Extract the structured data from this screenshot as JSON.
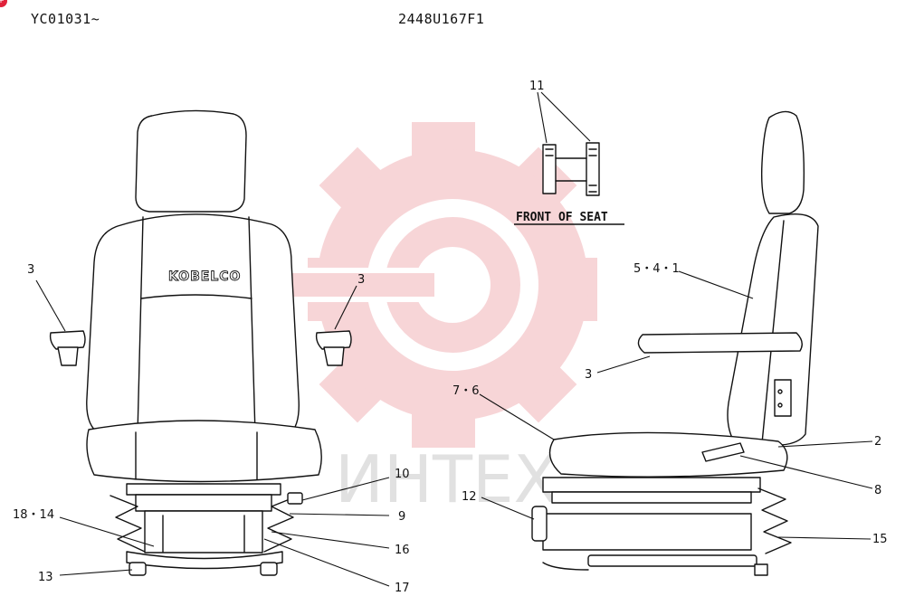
{
  "header": {
    "serial_range": "YC01031~",
    "part_number": "2448U167F1"
  },
  "badge": "+",
  "brand_logo": "KOBELCO",
  "watermark_text": "ИНТЕХ",
  "inset_caption": "FRONT OF SEAT",
  "callouts": {
    "c3_left": "3",
    "c3_right": "3",
    "c18_14": "18・14",
    "c13": "13",
    "c10": "10",
    "c9": "9",
    "c16": "16",
    "c17": "17",
    "c11": "11",
    "c5_4_1": "5・4・1",
    "c3_side": "3",
    "c7_6": "7・6",
    "c2": "2",
    "c8": "8",
    "c12": "12",
    "c15": "15"
  },
  "colors": {
    "watermark": "#f2b3b8",
    "badge": "#e0213a"
  }
}
